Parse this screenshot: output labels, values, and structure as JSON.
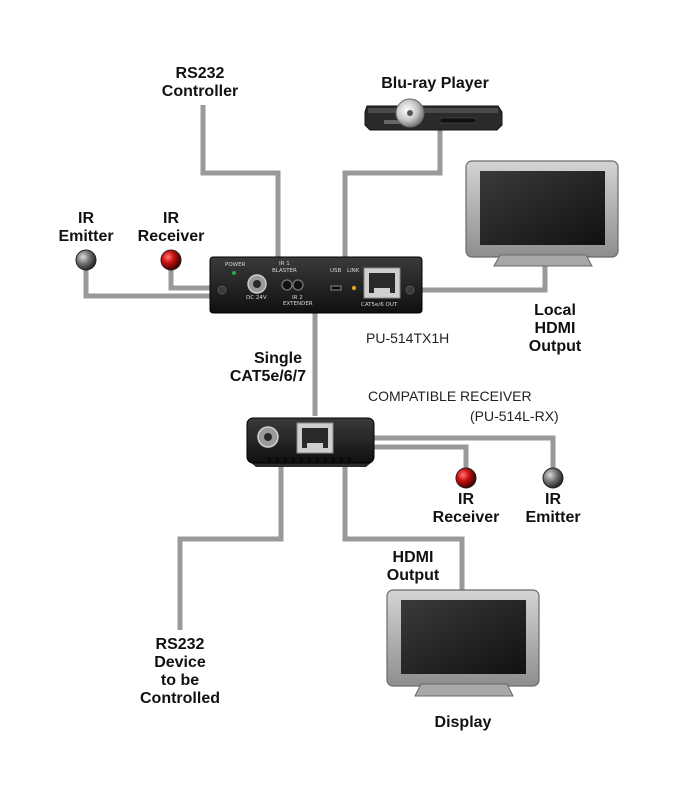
{
  "labels": {
    "rs232_controller": [
      "RS232",
      "Controller"
    ],
    "bluray_player": [
      "Blu-ray Player"
    ],
    "tx_ir_emitter": [
      "IR",
      "Emitter"
    ],
    "tx_ir_receiver": [
      "IR",
      "Receiver"
    ],
    "local_hdmi_output": [
      "Local",
      "HDMI",
      "Output"
    ],
    "single_cat": [
      "Single",
      "CAT5e/6/7"
    ],
    "rx_ir_receiver": [
      "IR",
      "Receiver"
    ],
    "rx_ir_emitter": [
      "IR",
      "Emitter"
    ],
    "hdmi_output": [
      "HDMI",
      "Output"
    ],
    "rs232_device": [
      "RS232",
      "Device",
      "to be",
      "Controlled"
    ],
    "display": [
      "Display"
    ]
  },
  "transmitter": {
    "model": "PU-514TX1H",
    "panel": {
      "power": "POWER",
      "ir1_blaster": [
        "IR 1",
        "BLASTER"
      ],
      "dc": "DC 24V",
      "ir2_extender": [
        "IR 2",
        "EXTENDER"
      ],
      "usb": "USB",
      "link": "LINK",
      "cat_out": "CAT5e/6 OUT"
    }
  },
  "receiver": {
    "title": "COMPATIBLE RECEIVER",
    "model": "(PU-514L-RX)"
  },
  "colors": {
    "cable": "#999999",
    "device_body": "#1c1c1c",
    "ir_receiver_led": "#cc1111",
    "ir_emitter_led": "#666666"
  }
}
